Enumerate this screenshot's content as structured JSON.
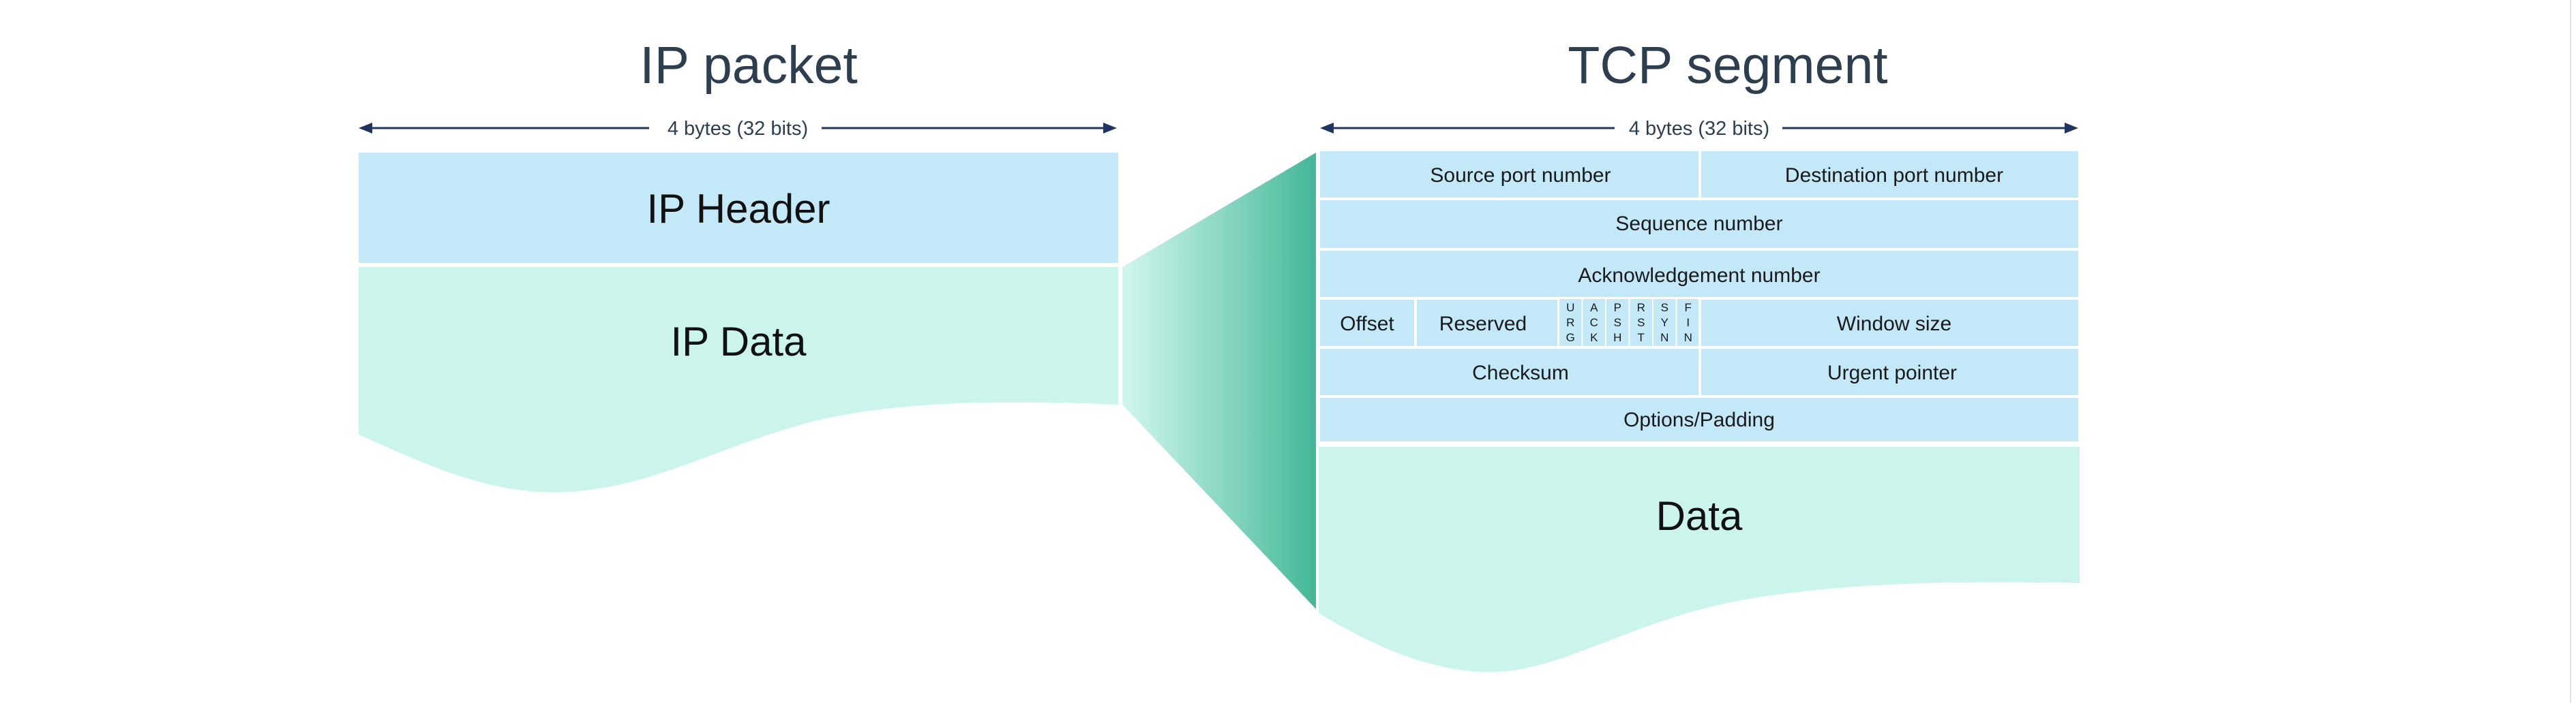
{
  "ip_packet": {
    "title": "IP packet",
    "width_label": "4 bytes (32 bits)",
    "header_label": "IP Header",
    "data_label": "IP Data"
  },
  "tcp_segment": {
    "title": "TCP segment",
    "width_label": "4 bytes (32 bits)",
    "fields": {
      "source_port": "Source port number",
      "destination_port": "Destination port number",
      "sequence_number": "Sequence number",
      "acknowledgement_number": "Acknowledgement number",
      "offset": "Offset",
      "reserved": "Reserved",
      "window_size": "Window size",
      "checksum": "Checksum",
      "urgent_pointer": "Urgent pointer",
      "options_padding": "Options/Padding"
    },
    "flags": [
      [
        "U",
        "R",
        "G"
      ],
      [
        "A",
        "C",
        "K"
      ],
      [
        "P",
        "S",
        "H"
      ],
      [
        "R",
        "S",
        "T"
      ],
      [
        "S",
        "Y",
        "N"
      ],
      [
        "F",
        "I",
        "N"
      ]
    ],
    "data_label": "Data"
  },
  "colors": {
    "header_fill": "#c3e8f8",
    "data_fill": "#cbf5ec",
    "zoom_gradient_dark": "#43b797",
    "arrow": "#1f3560",
    "title_text": "#2c3e50"
  }
}
